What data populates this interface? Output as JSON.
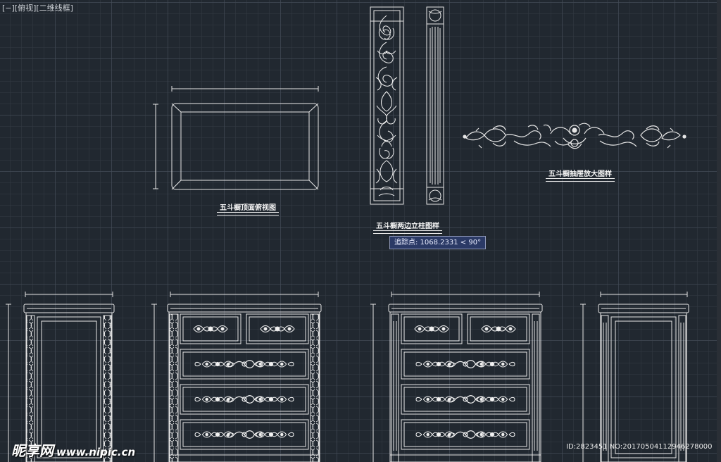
{
  "viewport_label": "[−][俯视][二维线框]",
  "captions": {
    "top_plan": "五斗橱顶面俯视图",
    "column": "五斗橱两边立柱图样",
    "handle": "五斗橱抽屉放大图样"
  },
  "tracking_tooltip": "追踪点: 1068.2331 < 90°",
  "watermark": {
    "logo": "昵享网",
    "url": "www.nipic.cn",
    "id_text": "ID:2823451 NO:20170504112946278000"
  },
  "colors": {
    "background": "#212830",
    "lines": "#e6e6e6",
    "tooltip": "#2b3a66"
  }
}
